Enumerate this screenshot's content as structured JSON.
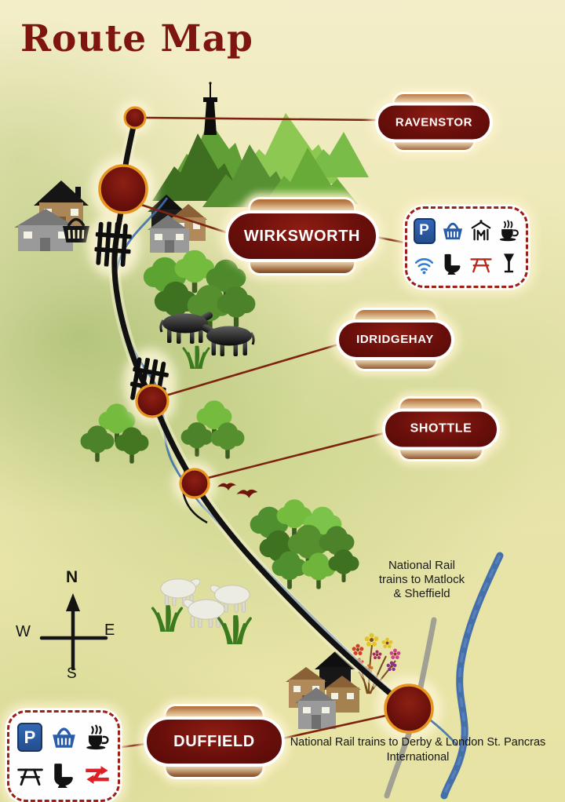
{
  "title": "Route Map",
  "compass": {
    "north": "N",
    "east": "E",
    "south": "S",
    "west": "W"
  },
  "stations": {
    "ravenstor": "RAVENSTOR",
    "wirksworth": "WIRKSWORTH",
    "idridgehay": "IDRIDGEHAY",
    "shottle": "SHOTTLE",
    "duffield": "DUFFIELD"
  },
  "annotations": {
    "matlock_line1": "National Rail",
    "matlock_line2": "trains to Matlock",
    "matlock_line3": "& Sheffield",
    "derby_line1": "National Rail trains to Derby & London St. Pancras",
    "derby_line2": "International"
  },
  "icons": {
    "parking_letter": "P"
  },
  "amenities": {
    "wirksworth": [
      "parking",
      "shop",
      "museum",
      "cafe",
      "wifi",
      "toilets",
      "picnic-area",
      "bar"
    ],
    "duffield": [
      "parking",
      "shop",
      "cafe",
      "picnic-area",
      "toilets",
      "national-rail"
    ]
  },
  "colors": {
    "sign_maroon": "#6a0f0b",
    "sign_bar_brown": "#97491b",
    "marker_ring_orange": "#e8951f",
    "railway_black": "#111111",
    "river_blue": "#3f6fae",
    "connector_red": "#7d2410",
    "title_red": "#7e150f",
    "background_cream": "#f0ebbf",
    "background_green": "#b7c67f"
  }
}
